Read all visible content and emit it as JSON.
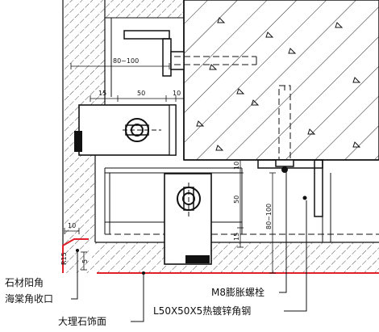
{
  "dimensions": {
    "d80_100_top": "80~100",
    "d15_top": "15",
    "d50_top": "50",
    "d10_top": "10",
    "d10_right": "10",
    "d50_right": "50",
    "d15_right": "15",
    "d80_100_right": "80~100",
    "d10_left": "10",
    "r15": "R15",
    "d5": "5"
  },
  "labels": {
    "stone_corner_line1": "石材阳角",
    "stone_corner_line2": "海棠角收口",
    "marble_face": "大理石饰面",
    "m8_bolt": "M8膨胀螺栓",
    "angle_steel": "L50X50X5热镀锌角钢"
  },
  "colors": {
    "line": "#111111",
    "stone_edge": "#e0202a"
  }
}
